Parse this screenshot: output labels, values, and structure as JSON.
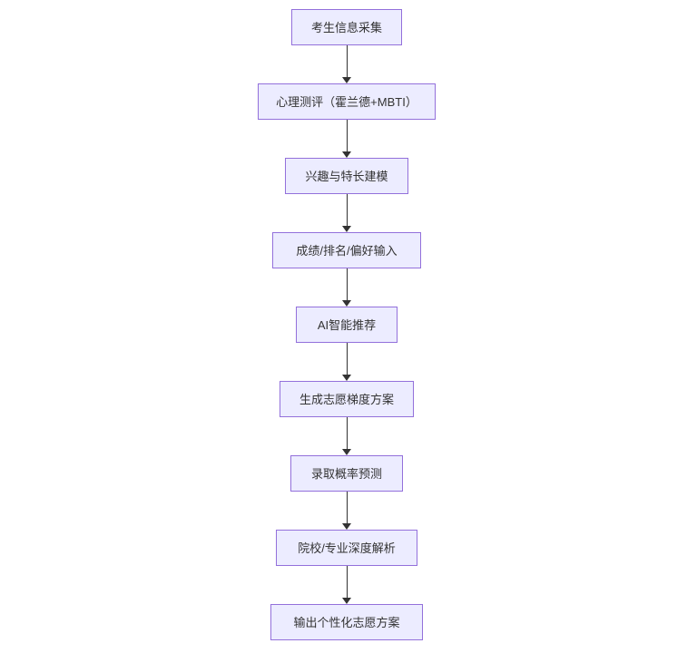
{
  "page": {
    "background": "#ffffff"
  },
  "diagram": {
    "type": "flowchart",
    "direction": "top-down",
    "colors": {
      "node_fill": "#ECECFF",
      "node_border": "#9370DB",
      "node_text": "#333333",
      "arrow_line": "#333333"
    },
    "nodes": [
      {
        "id": "n1",
        "label": "考生信息采集",
        "width": 122
      },
      {
        "id": "n2",
        "label": "心理测评（霍兰德+MBTI）",
        "width": 196
      },
      {
        "id": "n3",
        "label": "兴趣与特长建模",
        "width": 136
      },
      {
        "id": "n4",
        "label": "成绩/排名/偏好输入",
        "width": 164
      },
      {
        "id": "n5",
        "label": "AI智能推荐",
        "width": 112
      },
      {
        "id": "n6",
        "label": "生成志愿梯度方案",
        "width": 148
      },
      {
        "id": "n7",
        "label": "录取概率预测",
        "width": 124
      },
      {
        "id": "n8",
        "label": "院校/专业深度解析",
        "width": 156
      },
      {
        "id": "n9",
        "label": "输出个性化志愿方案",
        "width": 168
      }
    ],
    "edges": [
      {
        "from": "n1",
        "to": "n2"
      },
      {
        "from": "n2",
        "to": "n3"
      },
      {
        "from": "n3",
        "to": "n4"
      },
      {
        "from": "n4",
        "to": "n5"
      },
      {
        "from": "n5",
        "to": "n6"
      },
      {
        "from": "n6",
        "to": "n7"
      },
      {
        "from": "n7",
        "to": "n8"
      },
      {
        "from": "n8",
        "to": "n9"
      }
    ]
  }
}
